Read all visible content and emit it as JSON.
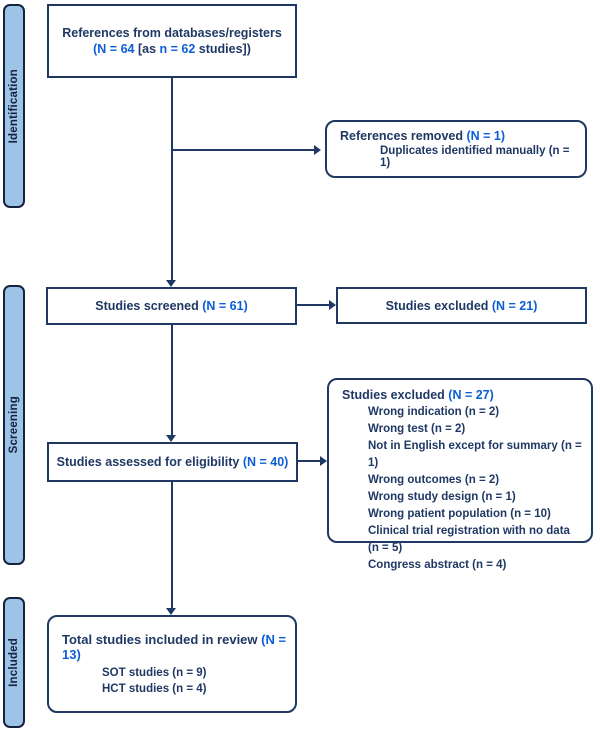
{
  "colors": {
    "navy_text": "#1F3864",
    "blue_number": "#0B5ED7",
    "box_border": "#1F3864",
    "sidebar_fill": "#9DC3E6",
    "sidebar_border": "#17233E",
    "arrow": "#1F3864"
  },
  "sidebar": {
    "identification": "Identification",
    "screening": "Screening",
    "included": "Included"
  },
  "boxes": {
    "references": {
      "line1": "References from databases/registers",
      "n_part1": "(N = 64 ",
      "bracket": "[as ",
      "n_part2": "n = 62 ",
      "tail": "studies])"
    },
    "removed": {
      "label": "References removed ",
      "n": "(N = 1)",
      "detail": "Duplicates identified manually (n = 1)"
    },
    "screened": {
      "label": "Studies screened ",
      "n": "(N = 61)"
    },
    "excluded_screen": {
      "label": "Studies excluded ",
      "n": "(N = 21)"
    },
    "excluded_full": {
      "label": "Studies excluded ",
      "n": "(N = 27)",
      "items": [
        "Wrong indication (n = 2)",
        "Wrong test (n = 2)",
        "Not in English except for summary (n = 1)",
        "Wrong outcomes (n = 2)",
        "Wrong study design (n = 1)",
        "Wrong patient population (n = 10)",
        "Clinical trial registration with no data (n = 5)",
        "Congress abstract (n = 4)"
      ]
    },
    "assessed": {
      "label": "Studies assessed for eligibility ",
      "n": "(N = 40)"
    },
    "included": {
      "label": "Total studies included in review ",
      "n": "(N = 13)",
      "items": [
        "SOT studies (n = 9)",
        "HCT studies (n = 4)"
      ]
    }
  }
}
